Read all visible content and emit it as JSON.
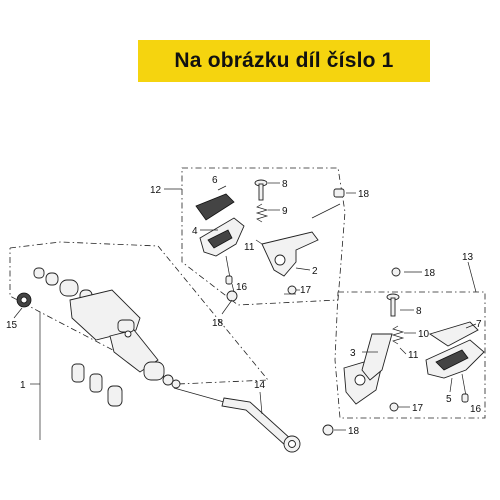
{
  "banner": {
    "text": "Na obrázku díl číslo 1"
  },
  "callouts": {
    "c1": "1",
    "c2": "2",
    "c3": "3",
    "c4": "4",
    "c5": "5",
    "c6": "6",
    "c7": "7",
    "c8a": "8",
    "c8b": "8",
    "c9": "9",
    "c10": "10",
    "c11a": "11",
    "c11b": "11",
    "c12": "12",
    "c13": "13",
    "c14": "14",
    "c15": "15",
    "c16a": "16",
    "c16b": "16",
    "c17a": "17",
    "c17b": "17",
    "c18a": "18",
    "c18b": "18",
    "c18c": "18",
    "c18d": "18"
  },
  "colors": {
    "banner": "#f5d40f",
    "ink": "#111111"
  }
}
